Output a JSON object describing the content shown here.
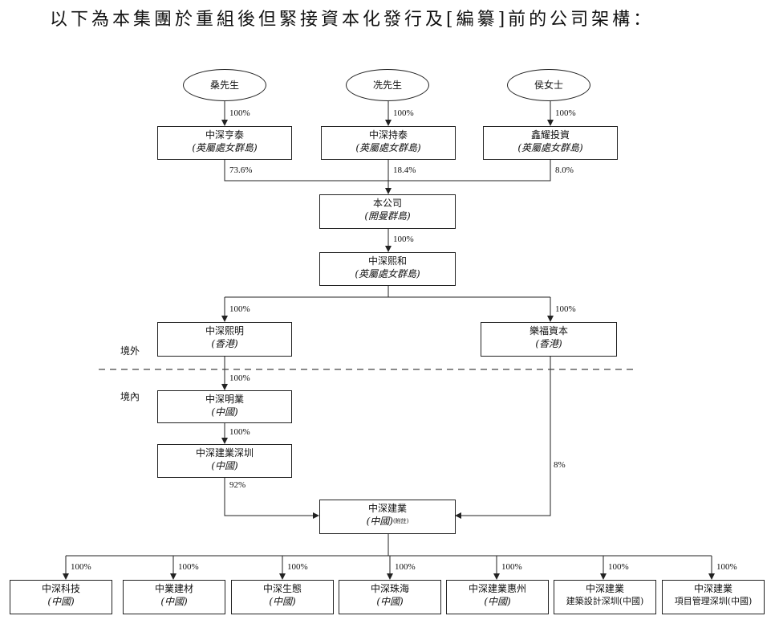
{
  "heading": "以下為本集團於重組後但緊接資本化發行及[編纂]前的公司架構：",
  "shareholders": [
    {
      "name": "桑先生"
    },
    {
      "name": "冼先生"
    },
    {
      "name": "侯女士"
    }
  ],
  "holdcos": [
    {
      "name": "中深亨泰",
      "jurisdiction": "(英屬處女群島)",
      "own_pct": "100%",
      "company_pct": "73.6%"
    },
    {
      "name": "中深持泰",
      "jurisdiction": "(英屬處女群島)",
      "own_pct": "100%",
      "company_pct": "18.4%"
    },
    {
      "name": "鑫耀投資",
      "jurisdiction": "(英屬處女群島)",
      "own_pct": "100%",
      "company_pct": "8.0%"
    }
  ],
  "company": {
    "name": "本公司",
    "jurisdiction": "(開曼群島)"
  },
  "bvi_sub": {
    "name": "中深熙和",
    "jurisdiction": "(英屬處女群島)",
    "pct": "100%"
  },
  "hk_left": {
    "name": "中深熙明",
    "jurisdiction": "(香港)",
    "pct": "100%"
  },
  "hk_right": {
    "name": "樂福資本",
    "jurisdiction": "(香港)",
    "pct": "100%",
    "down_pct": "8%"
  },
  "zones": {
    "offshore": "境外",
    "onshore": "境內"
  },
  "prc_1": {
    "name": "中深明業",
    "jurisdiction": "(中國)",
    "pct": "100%"
  },
  "prc_2": {
    "name": "中深建業深圳",
    "jurisdiction": "(中國)",
    "pct": "100%",
    "down_pct": "92%"
  },
  "opco": {
    "name": "中深建業",
    "jurisdiction": "(中國)",
    "note": "(附註)"
  },
  "subsidiaries": [
    {
      "line1": "中深科技",
      "line2": "(中國)",
      "pct": "100%"
    },
    {
      "line1": "中業建材",
      "line2": "(中國)",
      "pct": "100%"
    },
    {
      "line1": "中深生態",
      "line2": "(中國)",
      "pct": "100%"
    },
    {
      "line1": "中深珠海",
      "line2": "(中國)",
      "pct": "100%"
    },
    {
      "line1": "中深建業惠州",
      "line2": "(中國)",
      "pct": "100%"
    },
    {
      "line1": "中深建業",
      "line2": "建築設計深圳(中國)",
      "pct": "100%"
    },
    {
      "line1": "中深建業",
      "line2": "項目管理深圳(中國)",
      "pct": "100%"
    }
  ]
}
